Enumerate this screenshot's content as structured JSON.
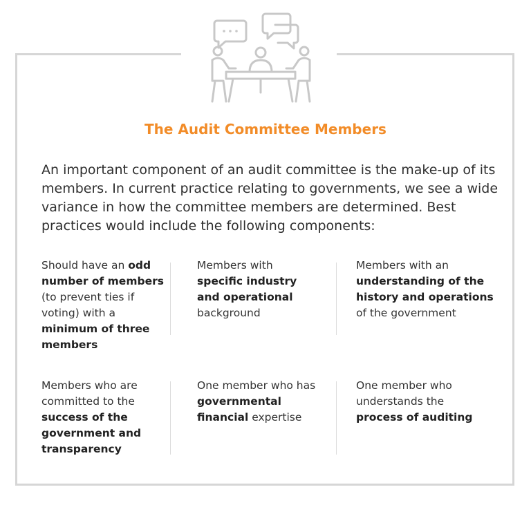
{
  "title": "The Audit Committee Members",
  "intro": "An important component of an audit committee is the make-up of its members.  In current practice relating to governments, we see a wide variance in how the committee members are determined. Best practices would include the following components:",
  "icon": {
    "name": "committee-meeting-icon",
    "color": "#c8c8c8"
  },
  "accent_color": "#f28c28",
  "components": [
    [
      {
        "text": "Should have an ",
        "bold": false
      },
      {
        "text": "odd number of members",
        "bold": true
      },
      {
        "text": " (to prevent ties if voting) with a ",
        "bold": false
      },
      {
        "text": "minimum of three members",
        "bold": true
      }
    ],
    [
      {
        "text": "Members with ",
        "bold": false
      },
      {
        "text": "specific industry and operational",
        "bold": true
      },
      {
        "text": " background",
        "bold": false
      }
    ],
    [
      {
        "text": "Members with an ",
        "bold": false
      },
      {
        "text": "understanding of the history and operations",
        "bold": true
      },
      {
        "text": " of the government",
        "bold": false
      }
    ],
    [
      {
        "text": "Members who are committed to the ",
        "bold": false
      },
      {
        "text": "success of the government and transparency",
        "bold": true
      }
    ],
    [
      {
        "text": "One member who has ",
        "bold": false
      },
      {
        "text": "governmental financial",
        "bold": true
      },
      {
        "text": " expertise",
        "bold": false
      }
    ],
    [
      {
        "text": "One member who understands the ",
        "bold": false
      },
      {
        "text": "process of auditing",
        "bold": true
      }
    ]
  ]
}
